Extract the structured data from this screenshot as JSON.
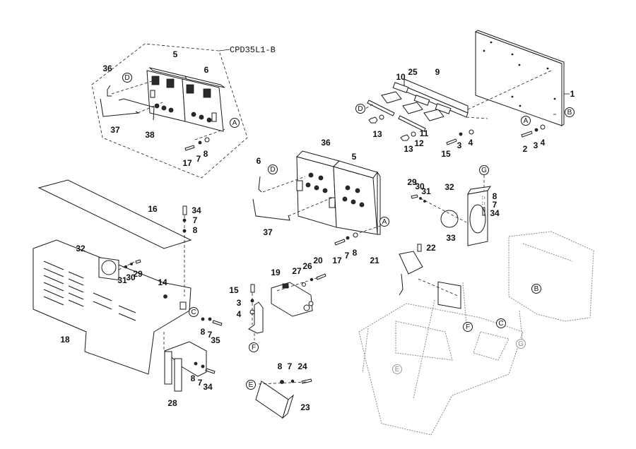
{
  "diagram": {
    "title": "CPD35L1-B",
    "type": "exploded-parts-diagram",
    "colors": {
      "line": "#1a1a1a",
      "background": "#ffffff",
      "faint": "#8a8a8a"
    }
  },
  "assemblies": [
    {
      "id": "controller-assembly-inset",
      "callout": "CPD35L1-B",
      "parts": [
        "36",
        "5",
        "6",
        "37",
        "38",
        "17",
        "7",
        "8"
      ],
      "refs": [
        "D",
        "A"
      ]
    },
    {
      "id": "mounting-plate-assembly",
      "parts": [
        "1",
        "9",
        "10",
        "25",
        "11",
        "12",
        "13",
        "15",
        "3",
        "4",
        "2"
      ],
      "refs": [
        "D",
        "A",
        "B"
      ]
    },
    {
      "id": "controller-assembly",
      "parts": [
        "36",
        "5",
        "6",
        "37",
        "17",
        "7",
        "8"
      ],
      "refs": [
        "D",
        "A"
      ]
    },
    {
      "id": "fan-bracket-assembly",
      "parts": [
        "29",
        "30",
        "31",
        "32",
        "8",
        "7",
        "34",
        "33"
      ],
      "refs": [
        "G"
      ]
    },
    {
      "id": "cover-assembly",
      "parts": [
        "16",
        "34",
        "7",
        "8",
        "32",
        "31",
        "30",
        "29",
        "14",
        "18",
        "8",
        "7",
        "35",
        "28",
        "34"
      ],
      "refs": [
        "C"
      ]
    },
    {
      "id": "contactor-assembly",
      "parts": [
        "19",
        "27",
        "26",
        "20",
        "15",
        "3",
        "4"
      ],
      "refs": [
        "F"
      ]
    },
    {
      "id": "box-assembly",
      "parts": [
        "8",
        "7",
        "24",
        "23"
      ],
      "refs": [
        "E"
      ]
    },
    {
      "id": "relay-assembly",
      "parts": [
        "21",
        "22"
      ],
      "refs": []
    },
    {
      "id": "frame",
      "parts": [],
      "refs": [
        "B",
        "C",
        "F",
        "G",
        "E"
      ]
    }
  ],
  "labels": {
    "callout": "CPD35L1-B",
    "tl": [
      "5",
      "6",
      "36",
      "37",
      "38",
      "17",
      "7",
      "8"
    ],
    "tr": [
      "10",
      "25",
      "9",
      "1",
      "13",
      "13",
      "12",
      "11",
      "15",
      "3",
      "4",
      "2",
      "3",
      "4"
    ],
    "mid": [
      "36",
      "5",
      "6",
      "37",
      "17",
      "7",
      "8"
    ],
    "fan": [
      "29",
      "30",
      "31",
      "32",
      "8",
      "7",
      "34",
      "33",
      "22",
      "21"
    ],
    "cover": [
      "16",
      "34",
      "7",
      "8",
      "32",
      "31",
      "30",
      "29",
      "14",
      "18",
      "8",
      "7",
      "35",
      "28",
      "8",
      "7",
      "34"
    ],
    "contactor": [
      "19",
      "27",
      "26",
      "20",
      "15",
      "3",
      "4"
    ],
    "box": [
      "8",
      "7",
      "24",
      "23"
    ]
  },
  "refs": {
    "tl": [
      "D",
      "A"
    ],
    "tr": [
      "D",
      "A",
      "B"
    ],
    "mid": [
      "D",
      "A"
    ],
    "fan": [
      "G"
    ],
    "cover": [
      "C"
    ],
    "contactor": [
      "F"
    ],
    "box": [
      "E"
    ],
    "frame": [
      "B",
      "C",
      "F",
      "G",
      "E"
    ]
  }
}
